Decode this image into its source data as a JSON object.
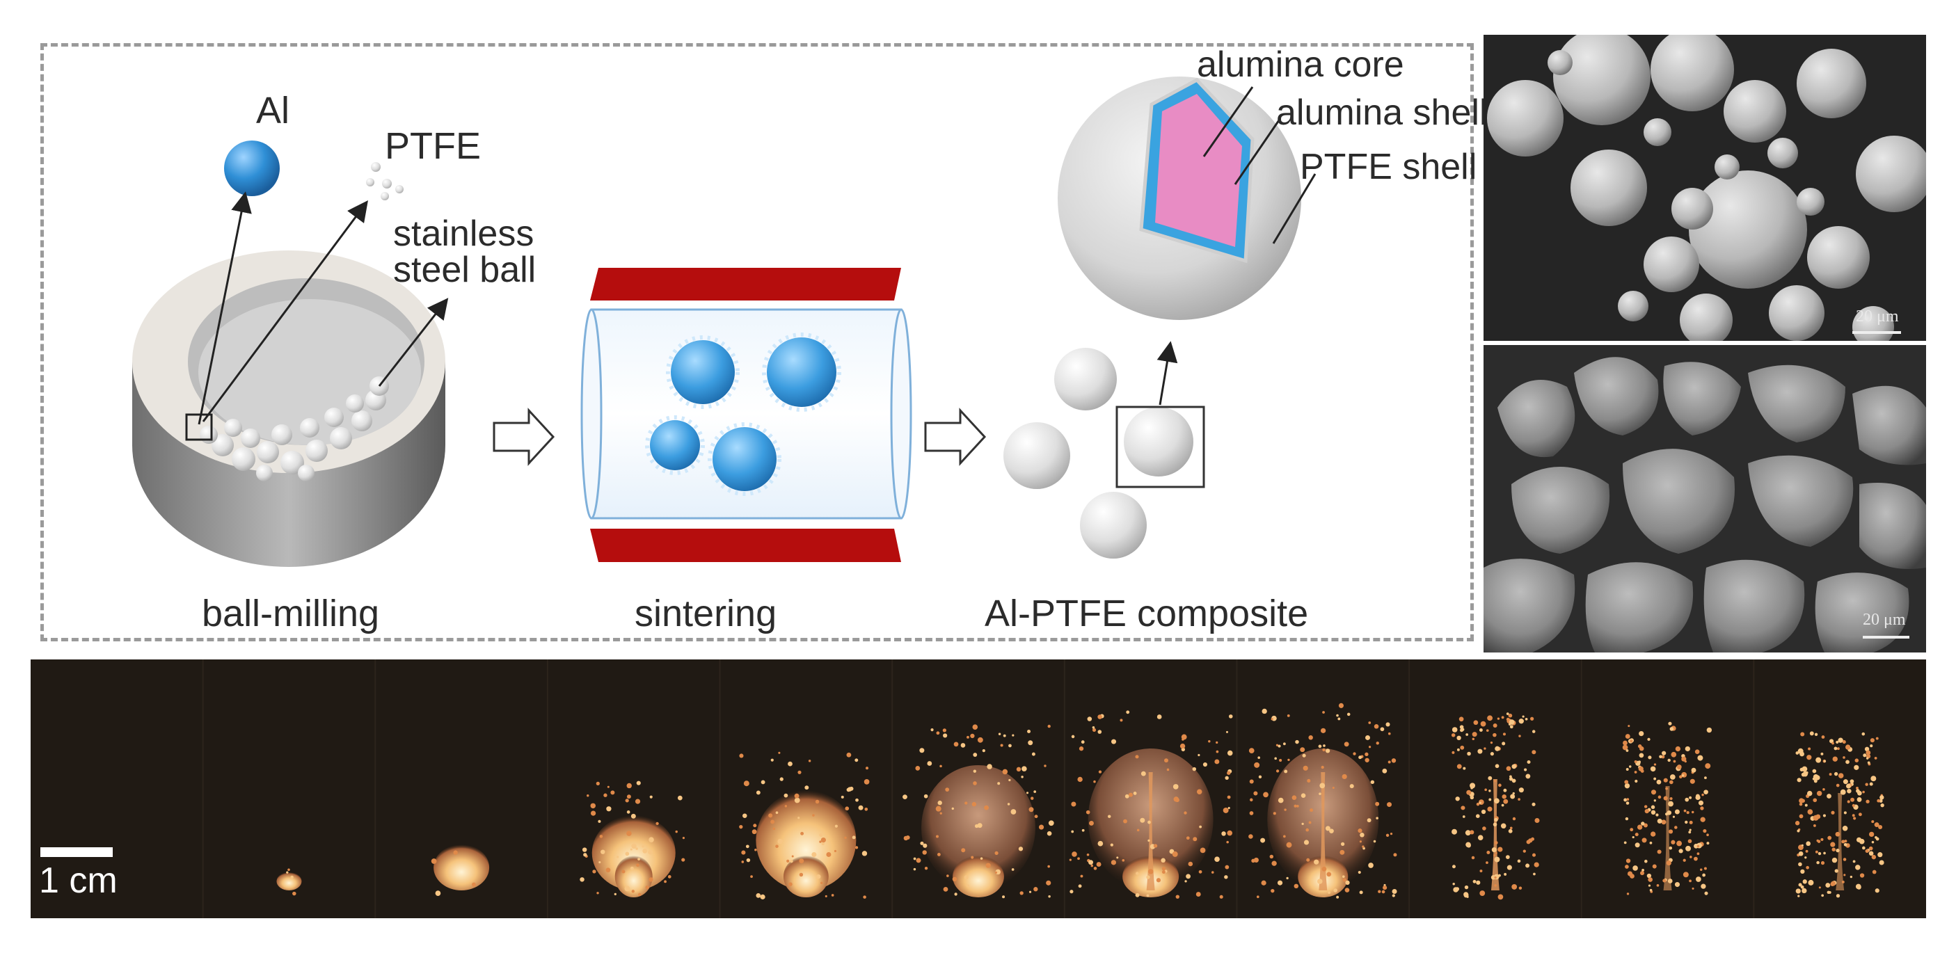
{
  "labels": {
    "al": "Al",
    "ptfe": "PTFE",
    "stainless_steel_ball_line1": "stainless",
    "stainless_steel_ball_line2": "steel ball",
    "alumina_core": "alumina core",
    "alumina_shell": "alumina shell",
    "ptfe_shell": "PTFE shell",
    "ball_milling": "ball-milling",
    "sintering": "sintering",
    "composite": "Al-PTFE composite"
  },
  "sem_images": {
    "top_scale": "20 μm",
    "bottom_scale": "20 μm"
  },
  "combustion": {
    "scale_bar": "1 cm",
    "frame_count": 11
  },
  "colors": {
    "al_particle": "#2f8fd6",
    "heater_bar": "#b50d0d",
    "alumina_core": "#e88cc4",
    "alumina_shell": "#3aa3e0",
    "ptfe_sphere": "#dcdcdc",
    "dash_border": "#9a9a9a",
    "sem_background": "#262626",
    "combustion_background": "#201a14",
    "flame": "#f5c27a"
  }
}
